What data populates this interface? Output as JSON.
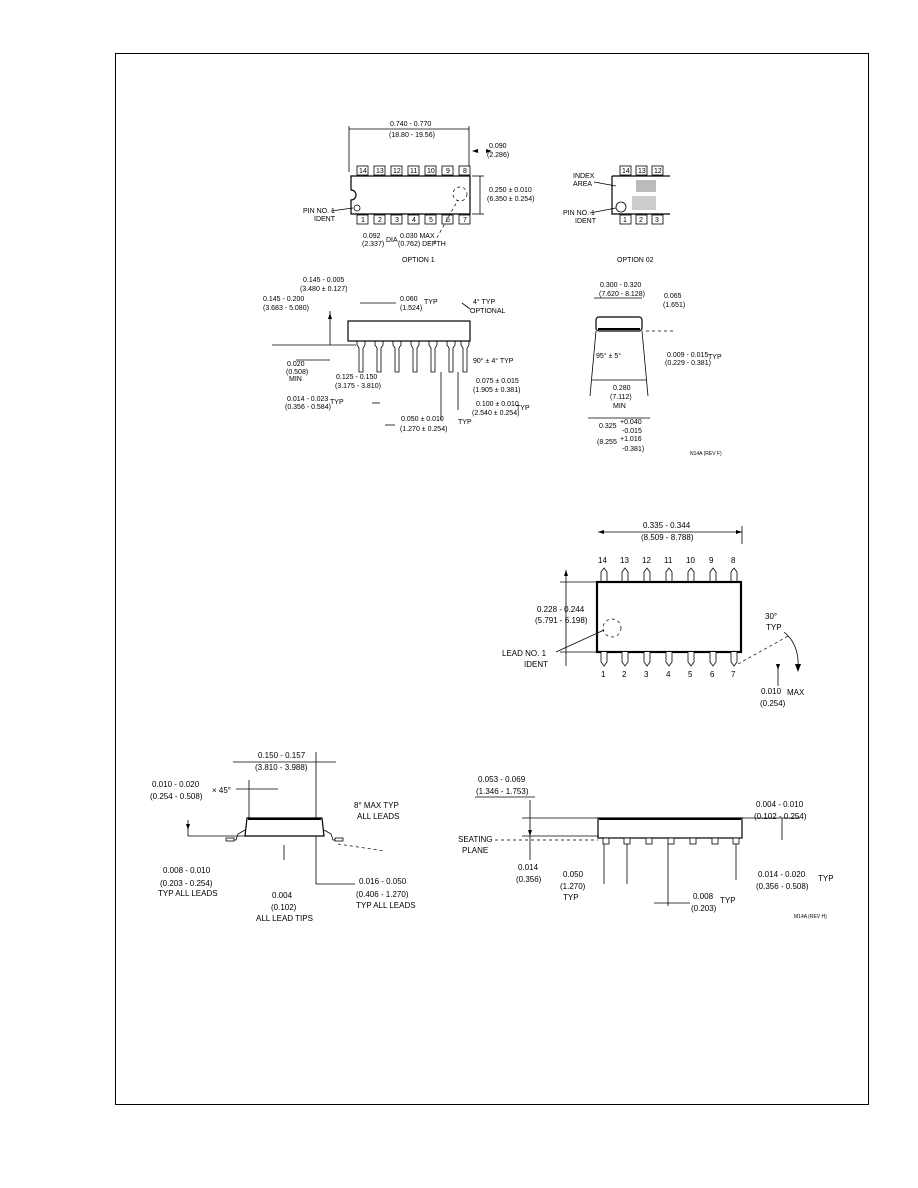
{
  "dip": {
    "top_view": {
      "length": "0.740 - 0.770",
      "length_mm": "(18.80 - 19.56)",
      "notch": "0.090",
      "notch_mm": "(2.286)",
      "width": "0.250 ± 0.010",
      "width_mm": "(6.350 ± 0.254)",
      "pitch_label": "0.092",
      "pitch_label_mm": "(2.337)",
      "dia": "DIA",
      "dent_label": "0.030 MAX",
      "dent_label_mm": "(0.762) DEPTH",
      "pin1_line1": "PIN NO. 1",
      "pin1_line2": "IDENT",
      "top_pins": [
        "14",
        "13",
        "12",
        "11",
        "10",
        "9",
        "8"
      ],
      "bottom_pins": [
        "1",
        "2",
        "3",
        "4",
        "5",
        "6",
        "7"
      ],
      "caption": "OPTION 1"
    },
    "option2": {
      "index_line1": "INDEX",
      "index_line2": "AREA",
      "pin1_line1": "PIN NO. 1",
      "pin1_line2": "IDENT",
      "top_pins": [
        "14",
        "13",
        "12"
      ],
      "bottom_pins": [
        "1",
        "2",
        "3"
      ],
      "caption": "OPTION 02"
    },
    "side_view": {
      "top_dim": "0.145 - 0.005",
      "top_dim_mm": "(3.480 ± 0.127)",
      "height": "0.145 - 0.200",
      "height_mm": "(3.683 - 5.080)",
      "shoulder": "0.060",
      "shoulder_mm": "(1.524)",
      "typ": "TYP",
      "angle": "4° TYP",
      "optional": "OPTIONAL",
      "seat": "0.020",
      "seat_mm": "(0.508)",
      "min": "MIN",
      "lead_len": "0.125 - 0.150",
      "lead_len_mm": "(3.175 - 3.810)",
      "lead_w": "0.014 - 0.023",
      "lead_w_mm": "(0.356 - 0.584)",
      "angle2": "90° ± 4° TYP",
      "upper_lead": "0.075 ± 0.015",
      "upper_lead_mm": "(1.905 ± 0.381)",
      "pitch": "0.100 ± 0.010",
      "pitch_mm": "(2.540 ± 0.254)",
      "bottom_w": "0.050 ± 0.010",
      "bottom_w_mm": "(1.270 ± 0.254)"
    },
    "end_view": {
      "width": "0.300 - 0.320",
      "width_mm": "(7.620 - 8.128)",
      "chamfer": "0.065",
      "chamfer_mm": "(1.651)",
      "angle": "95° ± 5°",
      "thickness": "0.009 - 0.015",
      "thickness_mm": "(0.229 - 0.381)",
      "row": "0.280",
      "row_mm": "(7.112)",
      "min": "MIN",
      "spread": "0.325",
      "spread_tol_plus": "+0.040",
      "spread_tol_minus": "-0.015",
      "spread_mm": "(8.255",
      "spread_mm_plus": "+1.016",
      "spread_mm_minus": "-0.381)",
      "code": "N14A (REV F)"
    }
  },
  "soic": {
    "top": {
      "length": "0.335 - 0.344",
      "length_mm": "(8.509 - 8.788)",
      "top_pins": [
        "14",
        "13",
        "12",
        "11",
        "10",
        "9",
        "8"
      ],
      "bottom_pins": [
        "1",
        "2",
        "3",
        "4",
        "5",
        "6",
        "7"
      ],
      "width": "0.228 - 0.244",
      "width_mm": "(5.791 - 6.198)",
      "lead_line1": "LEAD NO. 1",
      "lead_line2": "IDENT",
      "angle": "30°",
      "typ": "TYP",
      "max_val": "0.010",
      "max": "MAX",
      "max_mm": "(0.254)"
    },
    "end": {
      "width": "0.150 - 0.157",
      "width_mm": "(3.810 - 3.988)",
      "chamfer": "0.010 - 0.020",
      "chamfer_mm": "(0.254 - 0.508)",
      "times45": "× 45°",
      "angle_line1": "8° MAX TYP",
      "angle_line2": "ALL LEADS",
      "thick": "0.008 - 0.010",
      "thick_mm": "(0.203 - 0.254)",
      "thick_typ": "TYP ALL LEADS",
      "tip": "0.004",
      "tip_mm": "(0.102)",
      "tip_label": "ALL LEAD TIPS",
      "foot": "0.016 - 0.050",
      "foot_mm": "(0.406 - 1.270)",
      "foot_typ": "TYP ALL LEADS"
    },
    "side": {
      "height": "0.053 - 0.069",
      "height_mm": "(1.346 - 1.753)",
      "standoff": "0.004 - 0.010",
      "standoff_mm": "(0.102 - 0.254)",
      "seating_line1": "SEATING",
      "seating_line2": "PLANE",
      "plane_val": "0.014",
      "plane_mm": "(0.356)",
      "pitch": "0.050",
      "pitch_mm": "(1.270)",
      "typ": "TYP",
      "lead_w": "0.014 - 0.020",
      "lead_w_mm": "(0.356 - 0.508)",
      "lead_typ": "TYP",
      "offset": "0.008",
      "offset_mm": "(0.203)",
      "offset_typ": "TYP",
      "code": "M14A (REV H)"
    }
  }
}
